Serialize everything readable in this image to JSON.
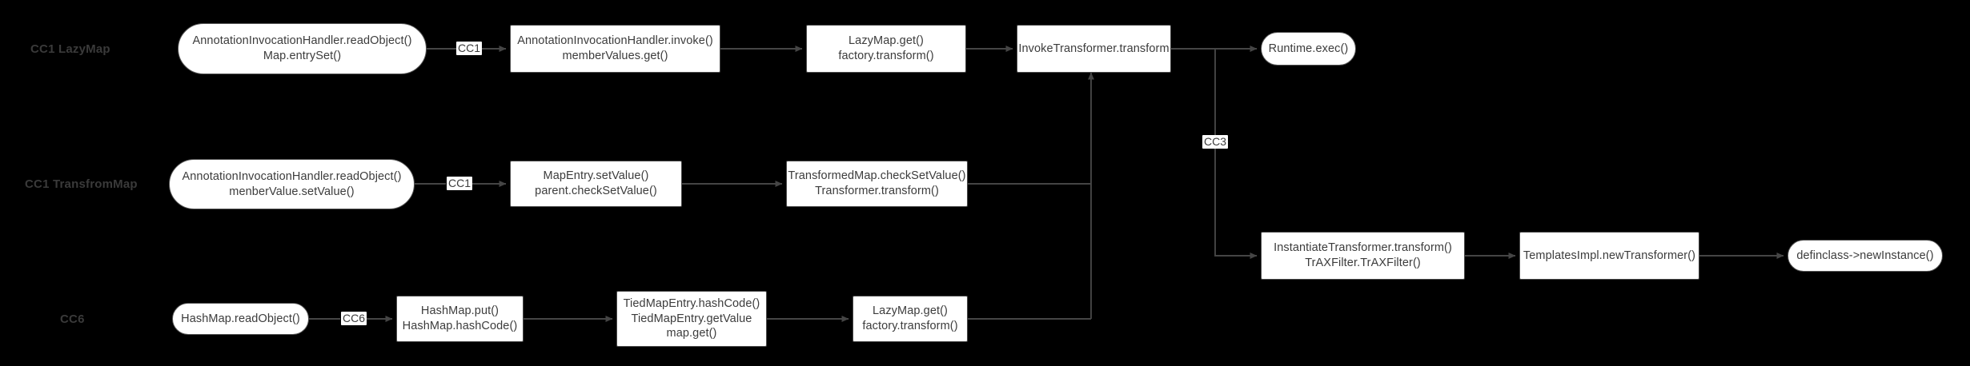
{
  "diagram": {
    "title": "Java deserialization gadget chain flow (CC1 LazyMap / CC1 TransfromMap / CC6)",
    "background_color": "#000000",
    "node_fill": "#ffffff",
    "node_border": "#4a4a4a",
    "text_color": "#3c3c3c",
    "edge_color": "#4a4a4a",
    "type": "flowchart"
  },
  "row_labels": [
    {
      "id": "row-label-cc1-lazymap",
      "text": "CC1 LazyMap"
    },
    {
      "id": "row-label-cc1-transfrommap",
      "text": "CC1 TransfromMap"
    },
    {
      "id": "row-label-cc6",
      "text": "CC6"
    }
  ],
  "nodes": [
    {
      "id": "n1",
      "shape": "pill",
      "text": "AnnotationInvocationHandler.readObject()\nMap.entrySet()"
    },
    {
      "id": "n2",
      "shape": "rect",
      "text": "AnnotationInvocationHandler.invoke()\nmemberValues.get()"
    },
    {
      "id": "n3",
      "shape": "rect",
      "text": "LazyMap.get()\nfactory.transform()"
    },
    {
      "id": "n4",
      "shape": "rect",
      "text": "InvokeTransformer.transform"
    },
    {
      "id": "n5",
      "shape": "pill",
      "text": "Runtime.exec()"
    },
    {
      "id": "n6",
      "shape": "pill",
      "text": "AnnotationInvocationHandler.readObject()\nmenberValue.setValue()"
    },
    {
      "id": "n7",
      "shape": "rect",
      "text": "MapEntry.setValue()\nparent.checkSetValue()"
    },
    {
      "id": "n8",
      "shape": "rect",
      "text": "TransformedMap.checkSetValue()\nTransformer.transform()"
    },
    {
      "id": "n9",
      "shape": "pill",
      "text": "HashMap.readObject()"
    },
    {
      "id": "n10",
      "shape": "rect",
      "text": "HashMap.put()\nHashMap.hashCode()"
    },
    {
      "id": "n11",
      "shape": "rect",
      "text": "TiedMapEntry.hashCode()\nTiedMapEntry.getValue\nmap.get()"
    },
    {
      "id": "n12",
      "shape": "rect",
      "text": "LazyMap.get()\nfactory.transform()"
    },
    {
      "id": "n13",
      "shape": "rect",
      "text": "InstantiateTransformer.transform()\nTrAXFilter.TrAXFilter()"
    },
    {
      "id": "n14",
      "shape": "rect",
      "text": "TemplatesImpl.newTransformer()"
    },
    {
      "id": "n15",
      "shape": "pill",
      "text": "definclass->newInstance()"
    }
  ],
  "edge_labels": [
    {
      "id": "edge-label-cc1-row1",
      "text": "CC1"
    },
    {
      "id": "edge-label-cc1-row2",
      "text": "CC1"
    },
    {
      "id": "edge-label-cc6-row3",
      "text": "CC6"
    },
    {
      "id": "edge-label-cc3",
      "text": "CC3"
    }
  ],
  "edges": [
    {
      "from": "n1",
      "to": "n2",
      "label": "CC1"
    },
    {
      "from": "n2",
      "to": "n3",
      "label": ""
    },
    {
      "from": "n3",
      "to": "n4",
      "label": ""
    },
    {
      "from": "n4",
      "to": "n5",
      "label": ""
    },
    {
      "from": "n6",
      "to": "n7",
      "label": "CC1"
    },
    {
      "from": "n7",
      "to": "n8",
      "label": ""
    },
    {
      "from": "n8",
      "to": "n4",
      "label": ""
    },
    {
      "from": "n9",
      "to": "n10",
      "label": "CC6"
    },
    {
      "from": "n10",
      "to": "n11",
      "label": ""
    },
    {
      "from": "n11",
      "to": "n12",
      "label": ""
    },
    {
      "from": "n12",
      "to": "n4",
      "label": ""
    },
    {
      "from": "n4",
      "to": "n13",
      "label": "CC3"
    },
    {
      "from": "n13",
      "to": "n14",
      "label": ""
    },
    {
      "from": "n14",
      "to": "n15",
      "label": ""
    }
  ]
}
